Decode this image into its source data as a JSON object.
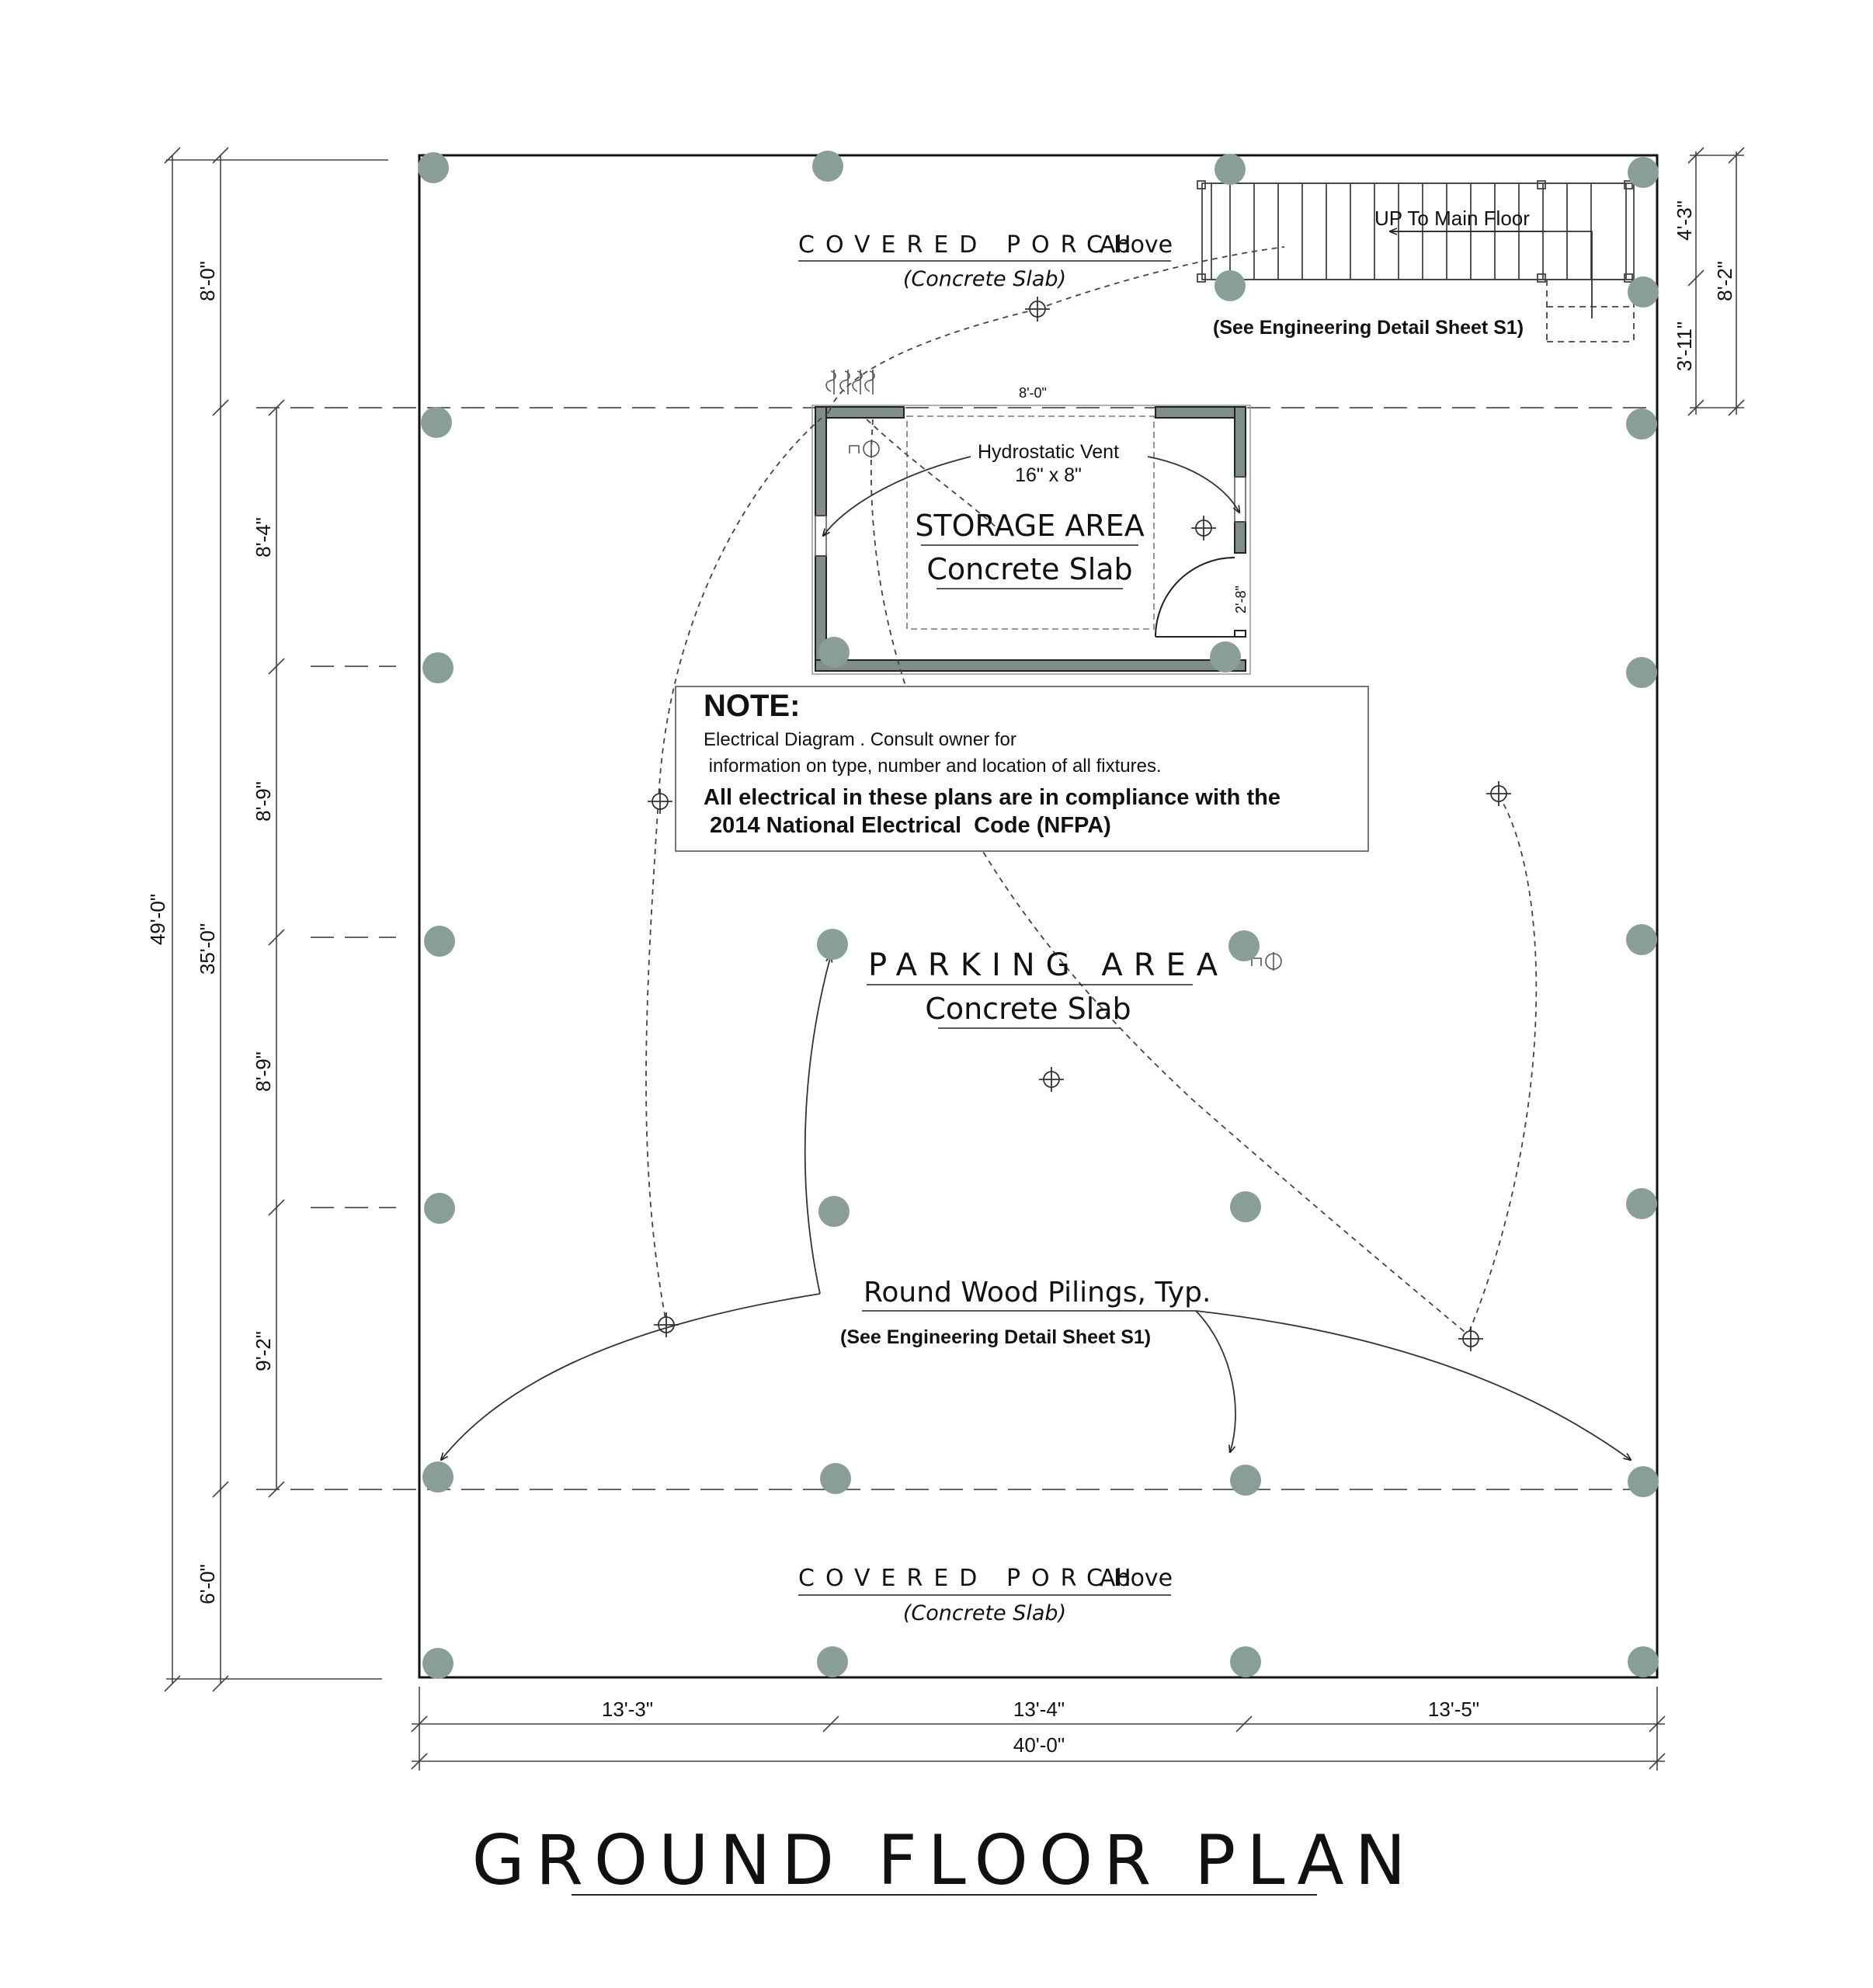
{
  "drawing": {
    "title": "GROUND FLOOR PLAN"
  },
  "labels": {
    "porch_top_title": "COVERED PORCH",
    "porch_top_above": "Above",
    "porch_top_slab": "(Concrete Slab)",
    "stairs_label": "UP To Main Floor",
    "stairs_detail": "(See Engineering Detail Sheet S1)",
    "storage_title": "STORAGE AREA",
    "storage_slab": "Concrete Slab",
    "vent_line1": "Hydrostatic Vent",
    "vent_line2": "16\" x 8\"",
    "storage_width": "8'-0\"",
    "door_width": "2'-8\"",
    "parking_title": "PARKING AREA",
    "parking_slab": "Concrete Slab",
    "pilings": "Round Wood Pilings, Typ.",
    "pilings_detail": "(See Engineering Detail Sheet S1)",
    "porch_bottom_title": "COVERED PORCH",
    "porch_bottom_above": "Above",
    "porch_bottom_slab": "(Concrete Slab)"
  },
  "note": {
    "heading": "NOTE:",
    "line1": "Electrical Diagram .  Consult owner for",
    "line2": " information on type, number and location of all fixtures.",
    "line3": "All electrical in these plans are in compliance with the",
    "line4": " 2014 National Electrical  Code (NFPA)"
  },
  "dimensions": {
    "overall_depth": "49'-0\"",
    "front_porch": "8'-0\"",
    "main_depth": "35'-0\"",
    "rear_porch": "6'-0\"",
    "bay1": "8'-4\"",
    "bay2": "8'-9\"",
    "bay3": "8'-9\"",
    "bay4": "9'-2\"",
    "stair_upper": "4'-3\"",
    "stair_lower": "3'-11\"",
    "stair_total": "8'-2\"",
    "col1": "13'-3\"",
    "col2": "13'-4\"",
    "col3": "13'-5\"",
    "overall_width": "40'-0\""
  },
  "colors": {
    "piling_fill": "#8a9e99",
    "wall_fill": "#7f8e8a",
    "line": "#111111"
  }
}
